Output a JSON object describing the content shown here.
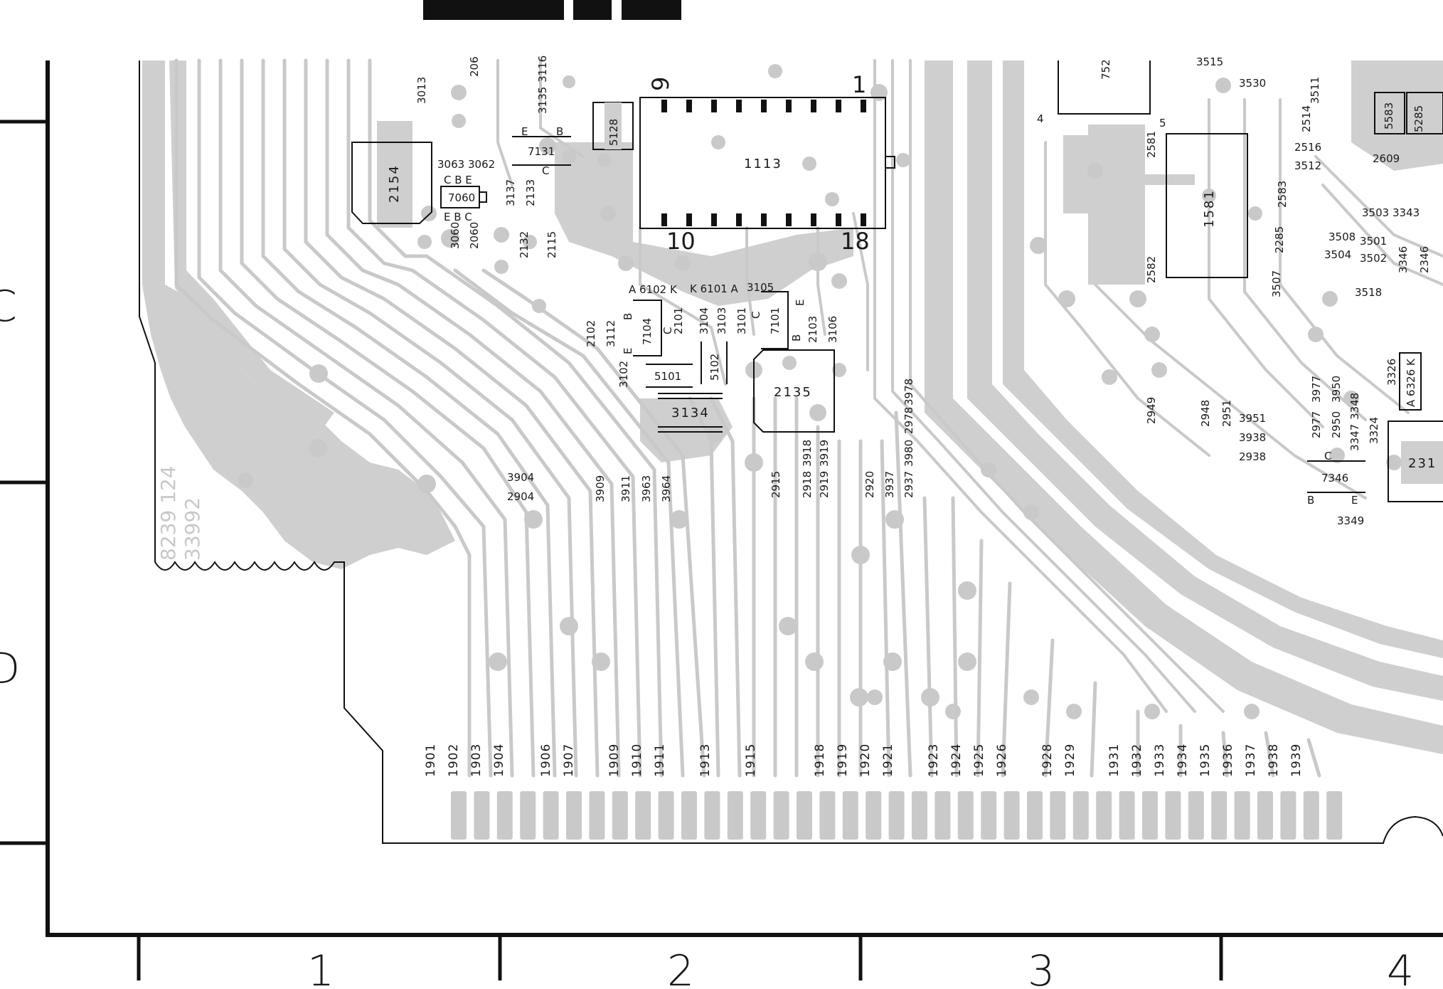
{
  "grid": {
    "rows": [
      "C",
      "D"
    ],
    "columns": [
      "1",
      "2",
      "3",
      "4"
    ]
  },
  "board": {
    "serial_lines": [
      "8239 124",
      "33992"
    ],
    "ic_labels": [
      "1113",
      "2154",
      "1581",
      "7060",
      "2135",
      "3134",
      "5101",
      "5102",
      "5128",
      "7131",
      "7104",
      "7101",
      "7346",
      "231",
      "752"
    ],
    "pin_labels": {
      "ic1113": [
        "9",
        "1",
        "10",
        "18"
      ],
      "ic752": [
        "4",
        "5"
      ]
    },
    "transistor_pins": {
      "t7060_top": "C B E",
      "t7060_bottom": "E B C",
      "t7131_e": "E",
      "t7131_b": "B",
      "t7131_c": "C",
      "t7104_b": "B",
      "t7104_c": "C",
      "t7104_e": "E",
      "t7101_c": "C",
      "t7101_b": "B",
      "t7101_e": "E",
      "t7346_c": "C",
      "t7346_b": "B",
      "t7346_e": "E"
    },
    "diodes": [
      "A 6102 K",
      "K 6101 A",
      "A 6326 K"
    ],
    "components_horizontal": [
      "3063",
      "3062",
      "3105",
      "3904",
      "2904",
      "3530",
      "2609",
      "3512",
      "2516",
      "3503",
      "3343",
      "3508",
      "3501",
      "3504",
      "3502",
      "3518",
      "3951",
      "3938",
      "2938",
      "3349",
      "3515"
    ],
    "components_vertical": [
      "3013",
      "206",
      "3116",
      "3135",
      "3137",
      "2133",
      "3060",
      "2060",
      "2132",
      "2115",
      "2102",
      "3112",
      "3102",
      "2101",
      "3104",
      "3103",
      "3101",
      "2103",
      "3106",
      "3909",
      "3911",
      "3963",
      "3964",
      "2915",
      "2918",
      "3918",
      "2919",
      "3919",
      "2920",
      "3937",
      "2937",
      "3980",
      "2978",
      "3978",
      "2581",
      "2583",
      "2582",
      "2285",
      "3507",
      "3511",
      "2514",
      "5583",
      "5285",
      "3346",
      "2346",
      "2949",
      "2948",
      "2951",
      "2977",
      "3977",
      "2950",
      "3950",
      "3347",
      "3348",
      "3324",
      "3326"
    ],
    "edge_connector": [
      "1901",
      "1902",
      "1903",
      "1904",
      "1906",
      "1907",
      "1909",
      "1910",
      "1911",
      "1913",
      "1915",
      "1918",
      "1919",
      "1920",
      "1921",
      "1923",
      "1924",
      "1925",
      "1926",
      "1928",
      "1929",
      "1931",
      "1932",
      "1933",
      "1934",
      "1935",
      "1936",
      "1937",
      "1938",
      "1939"
    ]
  }
}
